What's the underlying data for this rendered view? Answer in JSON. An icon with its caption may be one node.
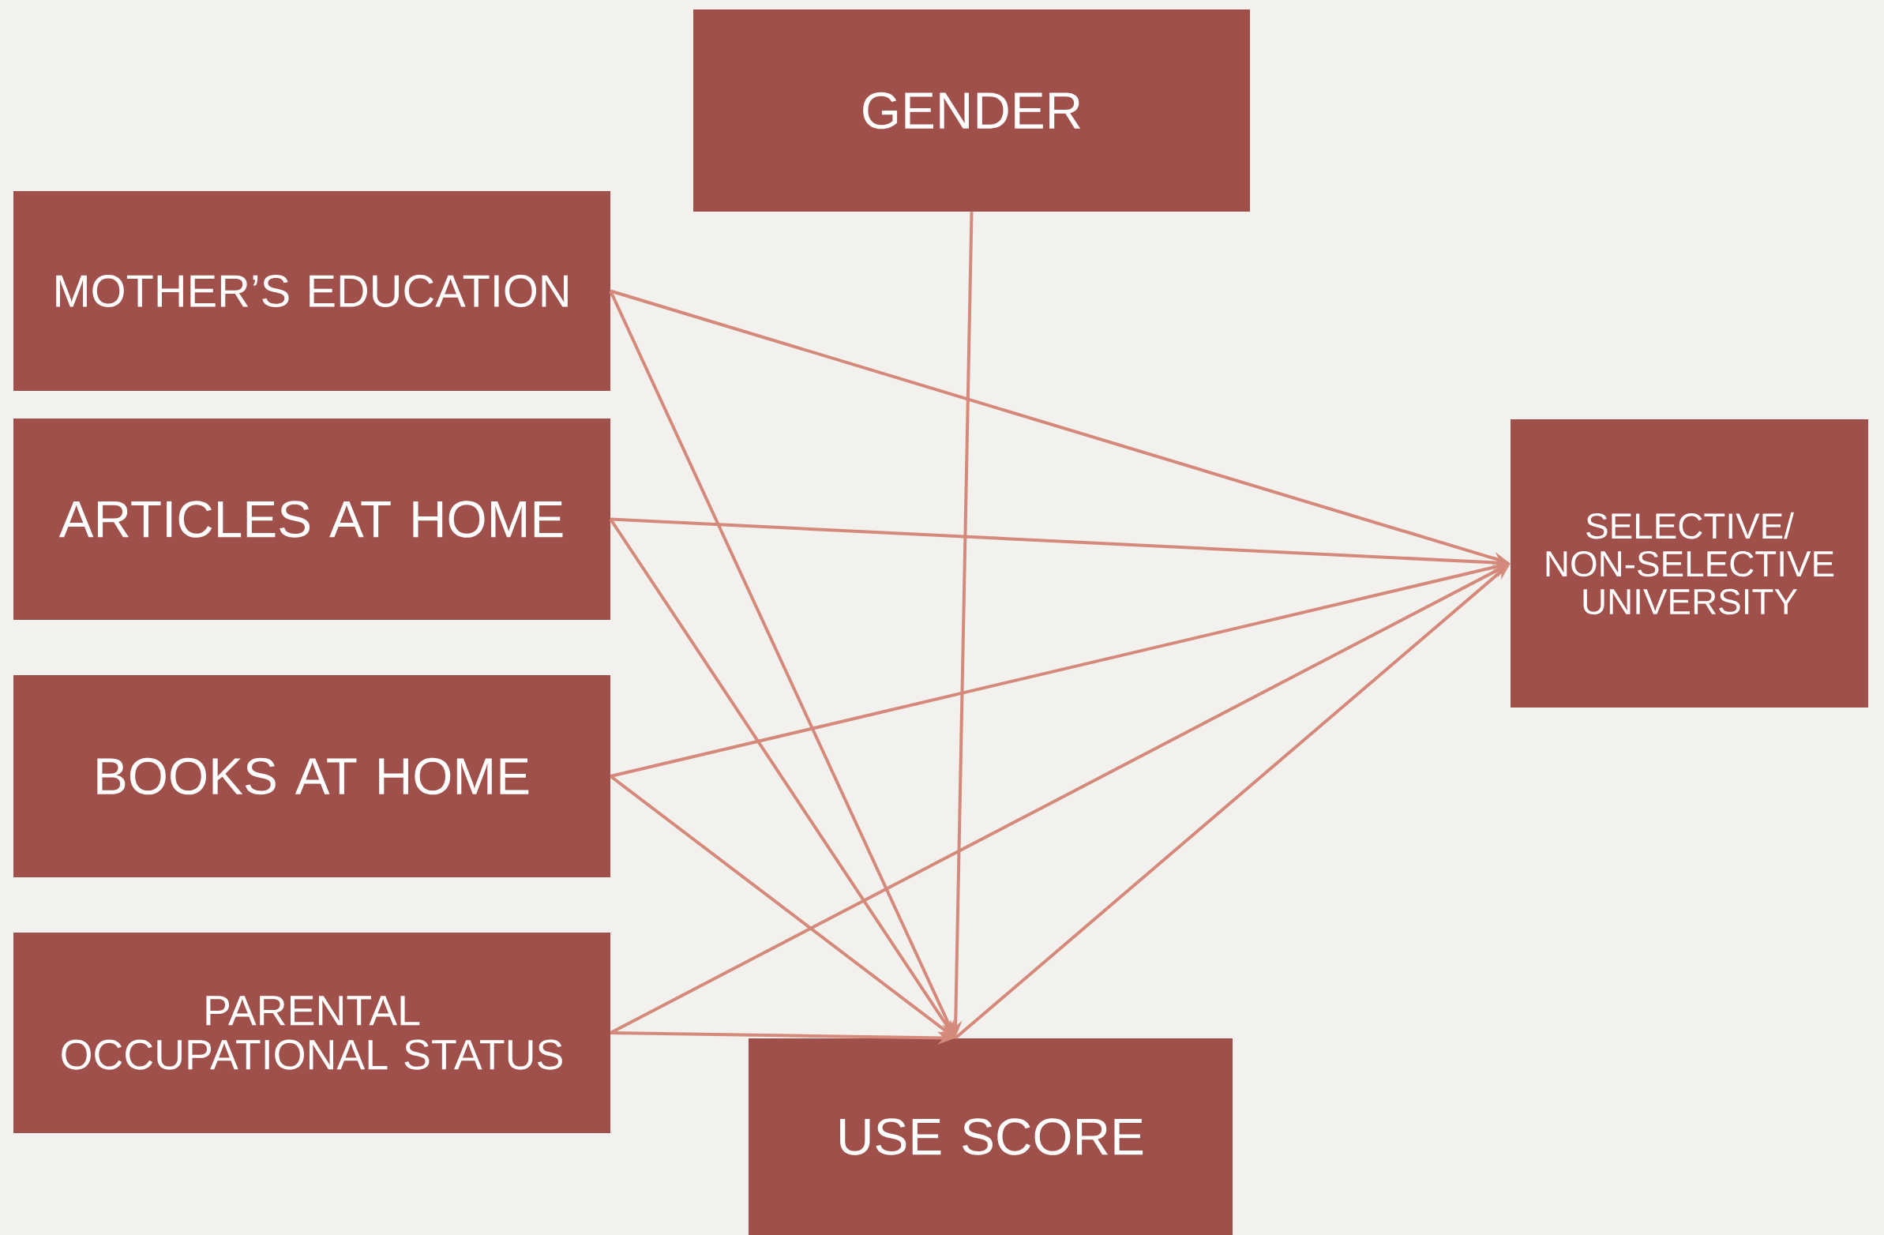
{
  "diagram": {
    "nodes": [
      {
        "text": [
          "GENDER"
        ]
      },
      {
        "text": [
          "MOTHER’S EDUCATION"
        ]
      },
      {
        "text": [
          "ARTICLES AT HOME"
        ]
      },
      {
        "text": [
          "BOOKS AT HOME"
        ]
      },
      {
        "text": [
          "PARENTAL OCCUPATIONAL STATUS"
        ]
      },
      {
        "text": [
          "USE SCORE"
        ]
      },
      {
        "text": [
          "SELECTIVE/ NON-SELECTIVE UNIVERSITY"
        ]
      }
    ],
    "edges": [
      {
        "from": 1,
        "to": 6,
        "arrow": "to"
      },
      {
        "from": 1,
        "to": 5,
        "arrow": "to"
      },
      {
        "from": 2,
        "to": 6,
        "arrow": "to"
      },
      {
        "from": 2,
        "to": 5,
        "arrow": "to"
      },
      {
        "from": 0,
        "to": 5,
        "arrow": "to"
      },
      {
        "from": 3,
        "to": 6,
        "arrow": "to"
      },
      {
        "from": 3,
        "to": 5,
        "arrow": "to"
      },
      {
        "from": 4,
        "to": 6,
        "arrow": "to"
      },
      {
        "from": 4,
        "to": 5,
        "arrow": "to"
      },
      {
        "from": 5,
        "to": 6,
        "arrow": "to"
      }
    ]
  }
}
